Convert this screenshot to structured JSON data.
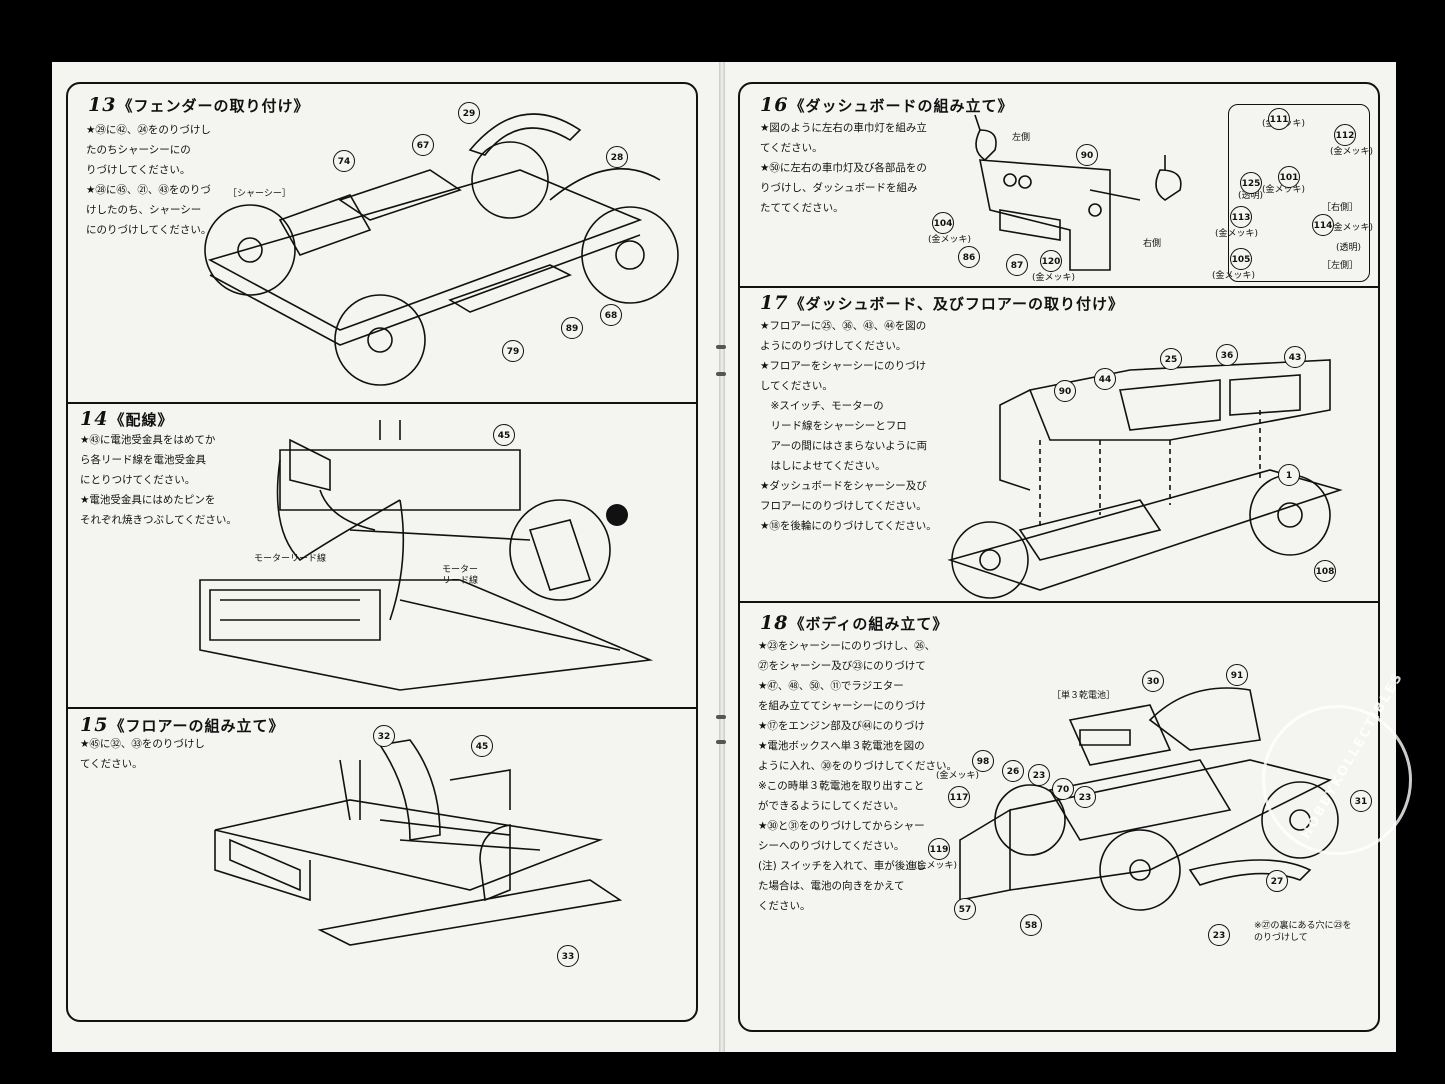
{
  "left_page": {
    "step13": {
      "num": "13",
      "title": "《フェンダーの取り付け》",
      "instructions": [
        "★㉙に㊷、㉔をのりづけし",
        "たのちシャーシーにの",
        "りづけしてください。",
        "★㉘に㊺、㉑、㊸をのりづ",
        "けしたのち、シャーシー",
        "にのりづけしてください。"
      ],
      "label_chassis": "［シャーシー］",
      "parts": [
        "29",
        "67",
        "28",
        "74",
        "89",
        "68",
        "79"
      ]
    },
    "step14": {
      "num": "14",
      "title": "《配線》",
      "instructions": [
        "★㊸に電池受金具をはめてか",
        "ら各リード線を電池受金具",
        "にとりつけてください。",
        "★電池受金具にはめたピンを",
        "それぞれ焼きつぶしてください。"
      ],
      "label_motor_lead": "モーターリード線",
      "label_motor_lead2": "モーター\nリード線",
      "parts": [
        "45"
      ]
    },
    "step15": {
      "num": "15",
      "title": "《フロアーの組み立て》",
      "instructions": [
        "★㊺に㉜、㉝をのりづけし",
        "てください。"
      ],
      "parts": [
        "32",
        "45",
        "33"
      ]
    }
  },
  "right_page": {
    "step16": {
      "num": "16",
      "title": "《ダッシュボードの組み立て》",
      "instructions": [
        "★図のように左右の車巾灯を組み立",
        "てください。",
        "★㊿に左右の車巾灯及び各部品をの",
        "りづけし、ダッシュボードを組み",
        "たててください。"
      ],
      "label_left": "左側",
      "label_right": "右側",
      "label_chrome": "(金メッキ)",
      "label_clear": "(透明)",
      "label_right_bracket": "［右側］",
      "label_left_bracket": "［左側］",
      "parts": [
        "90",
        "104",
        "86",
        "87",
        "120",
        "111",
        "112",
        "101",
        "125",
        "113",
        "114",
        "105"
      ]
    },
    "step17": {
      "num": "17",
      "title": "《ダッシュボード、及びフロアーの取り付け》",
      "instructions": [
        "★フロアーに㉕、㊱、㊸、㊹を図の",
        "ようにのりづけしてください。",
        "★フロアーをシャーシーにのりづけ",
        "してください。",
        "　※スイッチ、モーターの",
        "　リード線をシャーシーとフロ",
        "　アーの間にはさまらないように両",
        "　はしによせてください。",
        "★ダッシュボードをシャーシー及び",
        "フロアーにのりづけしてください。",
        "★⑱を後輪にのりづけしてください。"
      ],
      "parts": [
        "90",
        "44",
        "25",
        "36",
        "43",
        "1",
        "108"
      ]
    },
    "step18": {
      "num": "18",
      "title": "《ボディの組み立て》",
      "instructions": [
        "★㉓をシャーシーにのりづけし、㉖、",
        "㉗をシャーシー及び㉓にのりづけて",
        "★㊼、㊽、㊿、⑪でラジエター",
        "を組み立ててシャーシーにのりづけ",
        "★⑰をエンジン部及び㊹にのりづけ",
        "★電池ボックスへ単３乾電池を図の",
        "ように入れ、㉚をのりづけしてください。",
        "※この時単３乾電池を取り出すこと",
        "ができるようにしてください。",
        "★㉚と㉛をのりづけしてからシャー",
        "シーへのりづけしてください。",
        "(注) スイッチを入れて、車が後進し",
        "た場合は、電池の向きをかえて",
        "ください。"
      ],
      "label_battery": "［単３乾電池］",
      "label_chrome": "(金メッキ)",
      "note": "※㉗の裏にある穴に㉓を\nのりづけして",
      "parts": [
        "30",
        "91",
        "98",
        "117",
        "26",
        "23",
        "70",
        "23",
        "119",
        "57",
        "58",
        "27",
        "31",
        "23"
      ]
    }
  },
  "watermark": "HOBBYKOLLECTIBLES"
}
